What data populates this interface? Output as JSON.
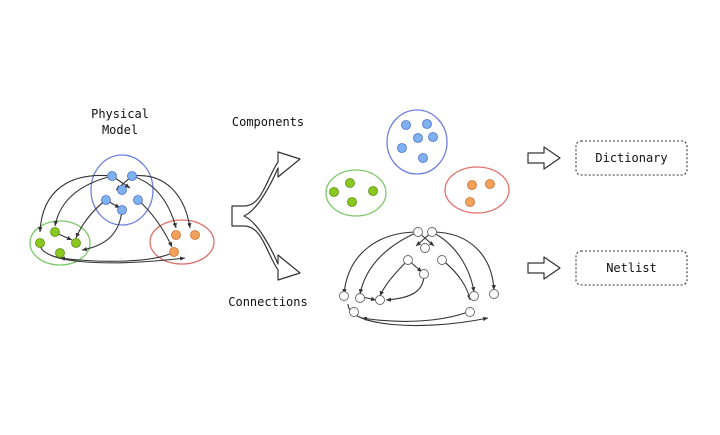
{
  "labels": {
    "physical_line1": "Physical",
    "physical_line2": "Model",
    "components": "Components",
    "connections": "Connections"
  },
  "outputs": {
    "dictionary": "Dictionary",
    "netlist": "Netlist"
  },
  "colors": {
    "blue_group": "#6f7fe0",
    "blue_node": "#7fb0f0",
    "green_group": "#7cc86a",
    "green_node": "#8ac820",
    "red_group": "#e0706a",
    "orange_node": "#f2a05a",
    "line": "#333333",
    "empty_node": "#ffffff"
  }
}
